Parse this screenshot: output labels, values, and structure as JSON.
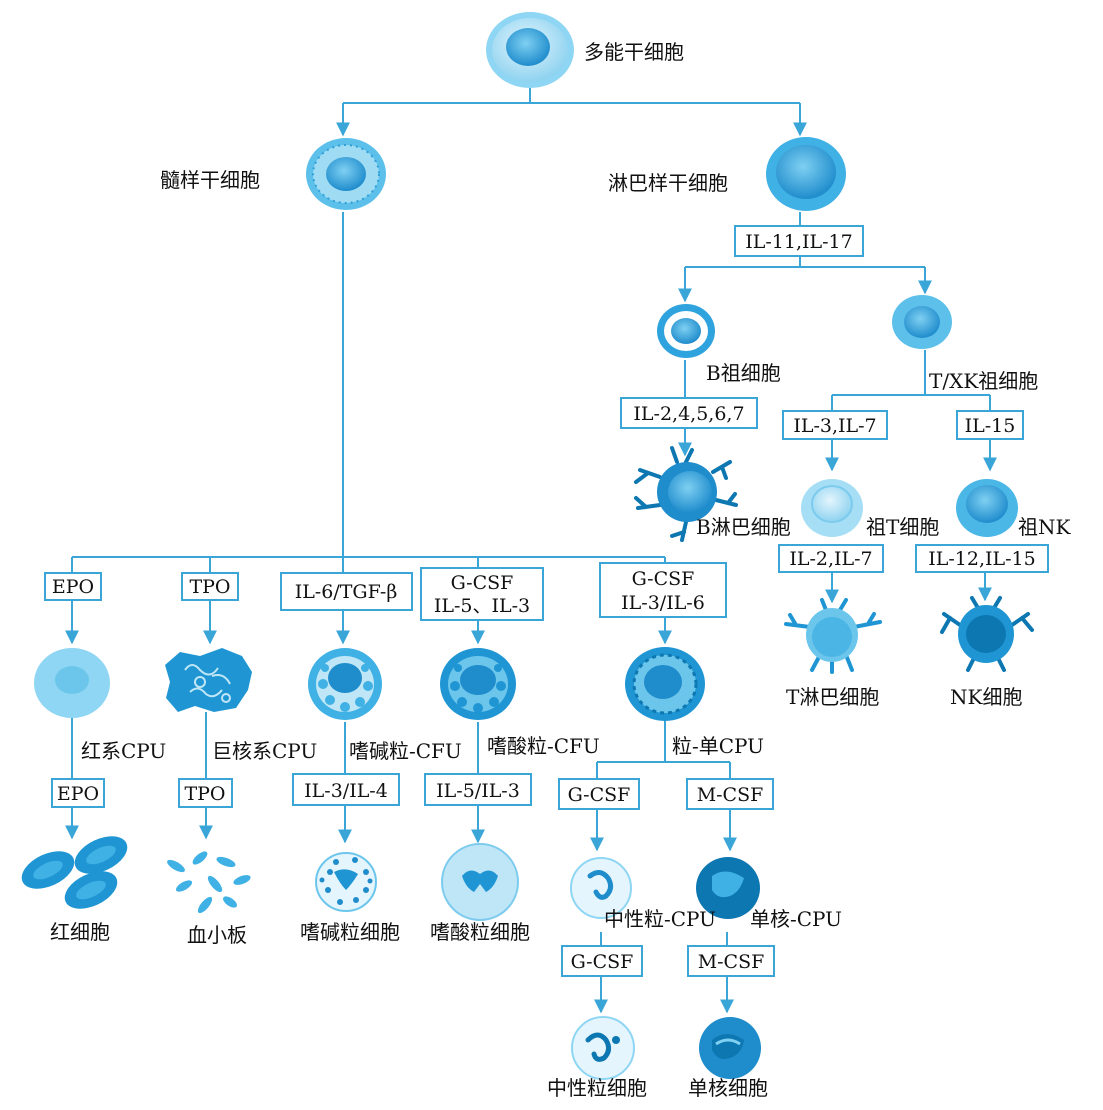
{
  "colors": {
    "line": "#3aa6d8",
    "cell_light": "#bfe6f7",
    "cell_mid": "#6cc6ec",
    "cell_nucleus": "#1f96d3",
    "cell_dark": "#0d77b2"
  },
  "labels": {
    "stem": "多能干细胞",
    "myeloid": "髓样干细胞",
    "lymphoid": "淋巴样干细胞",
    "b_pro": "B祖细胞",
    "tnk_pro": "T/XK祖细胞",
    "b_lymph": "B淋巴细胞",
    "t_pro": "祖T细胞",
    "nk_pro": "祖NK",
    "t_lymph": "T淋巴细胞",
    "nk_cell": "NK细胞",
    "erythro_cfu": "红系CPU",
    "mega_cfu": "巨核系CPU",
    "baso_cfu": "嗜碱粒-CFU",
    "eos_cfu": "嗜酸粒-CFU",
    "gm_cfu": "粒-单CPU",
    "rbc": "红细胞",
    "platelet": "血小板",
    "basophil": "嗜碱粒细胞",
    "eosinophil": "嗜酸粒细胞",
    "neut_cfu": "中性粒-CPU",
    "mono_cfu": "单核-CPU",
    "neutrophil": "中性粒细胞",
    "monocyte": "单核细胞"
  },
  "boxes": {
    "il11_17": "IL-11,IL-17",
    "il2_4567": "IL-2,4,5,6,7",
    "il3_7": "IL-3,IL-7",
    "il15": "IL-15",
    "il2_7": "IL-2,IL-7",
    "il12_15": "IL-12,IL-15",
    "epo1": "EPO",
    "tpo1": "TPO",
    "il6_tgf": "IL-6/TGF-β",
    "gcsf_a1": "G-CSF",
    "gcsf_a2": "IL-5、IL-3",
    "gcsf_b1": "G-CSF",
    "gcsf_b2": "IL-3/IL-6",
    "epo2": "EPO",
    "tpo2": "TPO",
    "il3_4": "IL-3/IL-4",
    "il5_3": "IL-5/IL-3",
    "gcsf2": "G-CSF",
    "mcsf1": "M-CSF",
    "gcsf3": "G-CSF",
    "mcsf2": "M-CSF"
  }
}
